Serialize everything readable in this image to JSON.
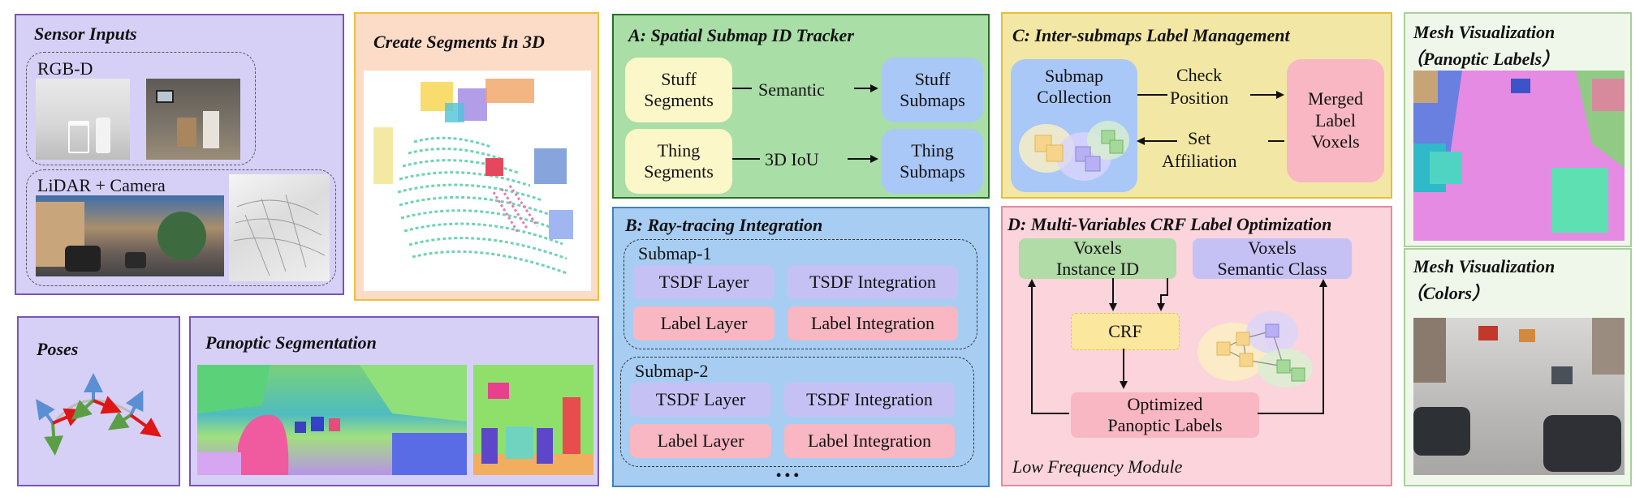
{
  "colors": {
    "lavender_panel": "#d6d0f7",
    "lavender_border": "#7b55b4",
    "peach_panel": "#fcdcc6",
    "peach_border": "#f1bf3c",
    "green_panel": "#a9dea6",
    "green_border": "#2a6e2a",
    "blue_panel": "#a7cdf2",
    "blue_border": "#3d82c4",
    "yellow_panel": "#f2e7a4",
    "yellow_border": "#e7be3b",
    "pink_panel": "#fbd4dc",
    "pink_border": "#e68aa1",
    "light_green_panel": "#eff7ea",
    "light_green_border": "#a9cf9b",
    "node_yellow": "#fbf7c8",
    "node_blue": "#a9c8f7",
    "node_purple": "#c6c1f4",
    "node_pink": "#f8b7c2",
    "node_green": "#b1dba7",
    "node_crf": "#fbe79d"
  },
  "sensor_inputs": {
    "title": "Sensor Inputs",
    "rgbd_label": "RGB-D",
    "lidar_label": "LiDAR + Camera"
  },
  "create_segments": {
    "title": "Create Segments In 3D"
  },
  "poses": {
    "title": "Poses"
  },
  "panoptic_segmentation": {
    "title": "Panoptic Segmentation"
  },
  "module_a": {
    "title": "A: Spatial Submap ID Tracker",
    "stuff_segments": "Stuff\nSegments",
    "semantic": "Semantic",
    "stuff_submaps": "Stuff\nSubmaps",
    "thing_segments": "Thing\nSegments",
    "iou": "3D IoU",
    "thing_submaps": "Thing\nSubmaps"
  },
  "module_b": {
    "title": "B: Ray-tracing Integration",
    "submap1": "Submap-1",
    "submap2": "Submap-2",
    "tsdf_layer": "TSDF Layer",
    "tsdf_integration": "TSDF Integration",
    "label_layer": "Label Layer",
    "label_integration": "Label Integration",
    "ellipsis": "• • •"
  },
  "module_c": {
    "title": "C: Inter-submaps Label Management",
    "submap_collection": "Submap\nCollection",
    "check_position": "Check\nPosition",
    "set_affiliation": "Set\nAffiliation",
    "merged_label_voxels": "Merged\nLabel\nVoxels"
  },
  "module_d": {
    "title": "D: Multi-Variables CRF Label Optimization",
    "voxels_instance": "Voxels\nInstance ID",
    "voxels_semantic": "Voxels\nSemantic Class",
    "crf": "CRF",
    "optimized": "Optimized\nPanoptic Labels",
    "footer": "Low Frequency Module"
  },
  "mesh_panoptic": {
    "title": "Mesh Visualization",
    "subtitle": "（Panoptic Labels）"
  },
  "mesh_colors": {
    "title": "Mesh Visualization",
    "subtitle": "（Colors）"
  }
}
